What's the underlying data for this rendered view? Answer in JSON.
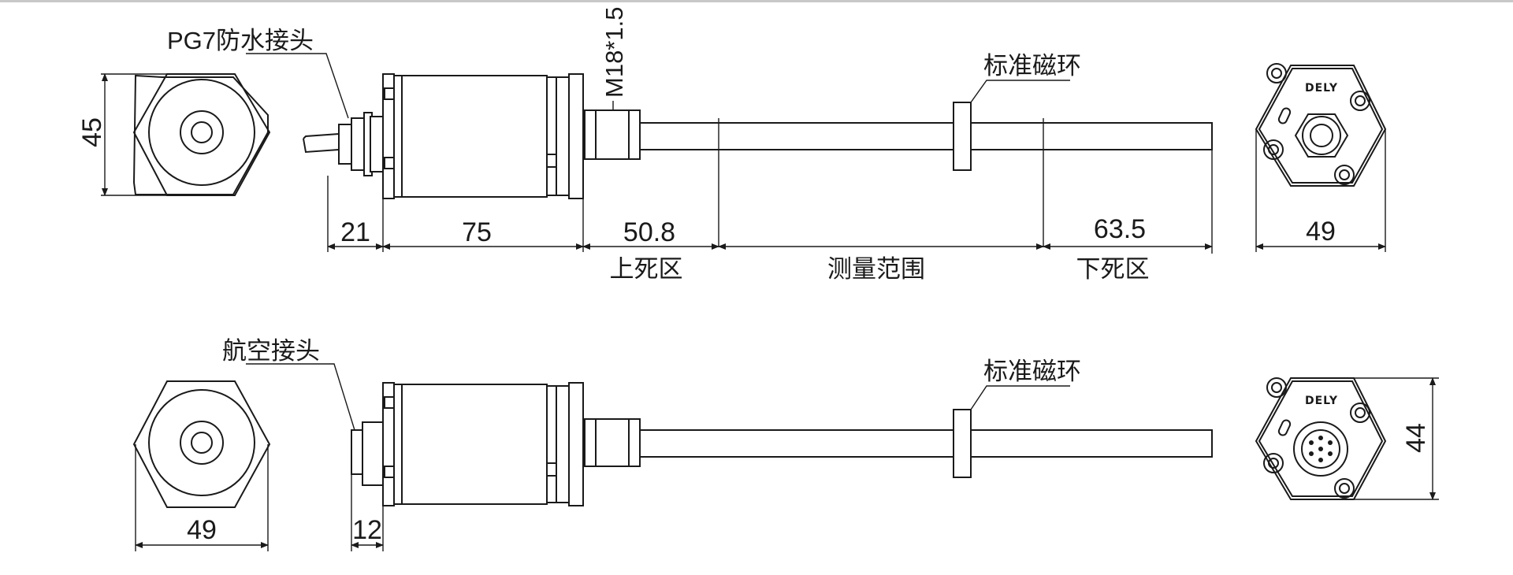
{
  "top_view": {
    "connector_label": "PG7防水接头",
    "thread_label": "M18*1.5",
    "magnet_label": "标准磁环",
    "dim_hex_height": "45",
    "dim_connector": "21",
    "dim_housing": "75",
    "dim_upper_dead": "50.8",
    "dim_lower_dead": "63.5",
    "dim_end_width": "49",
    "zone_upper_dead": "上死区",
    "zone_measure": "测量范围",
    "zone_lower_dead": "下死区",
    "brand": "DELY"
  },
  "bottom_view": {
    "connector_label": "航空接头",
    "magnet_label": "标准磁环",
    "dim_hex_width": "49",
    "dim_connector": "12",
    "dim_end_height": "44",
    "brand": "DELY"
  }
}
